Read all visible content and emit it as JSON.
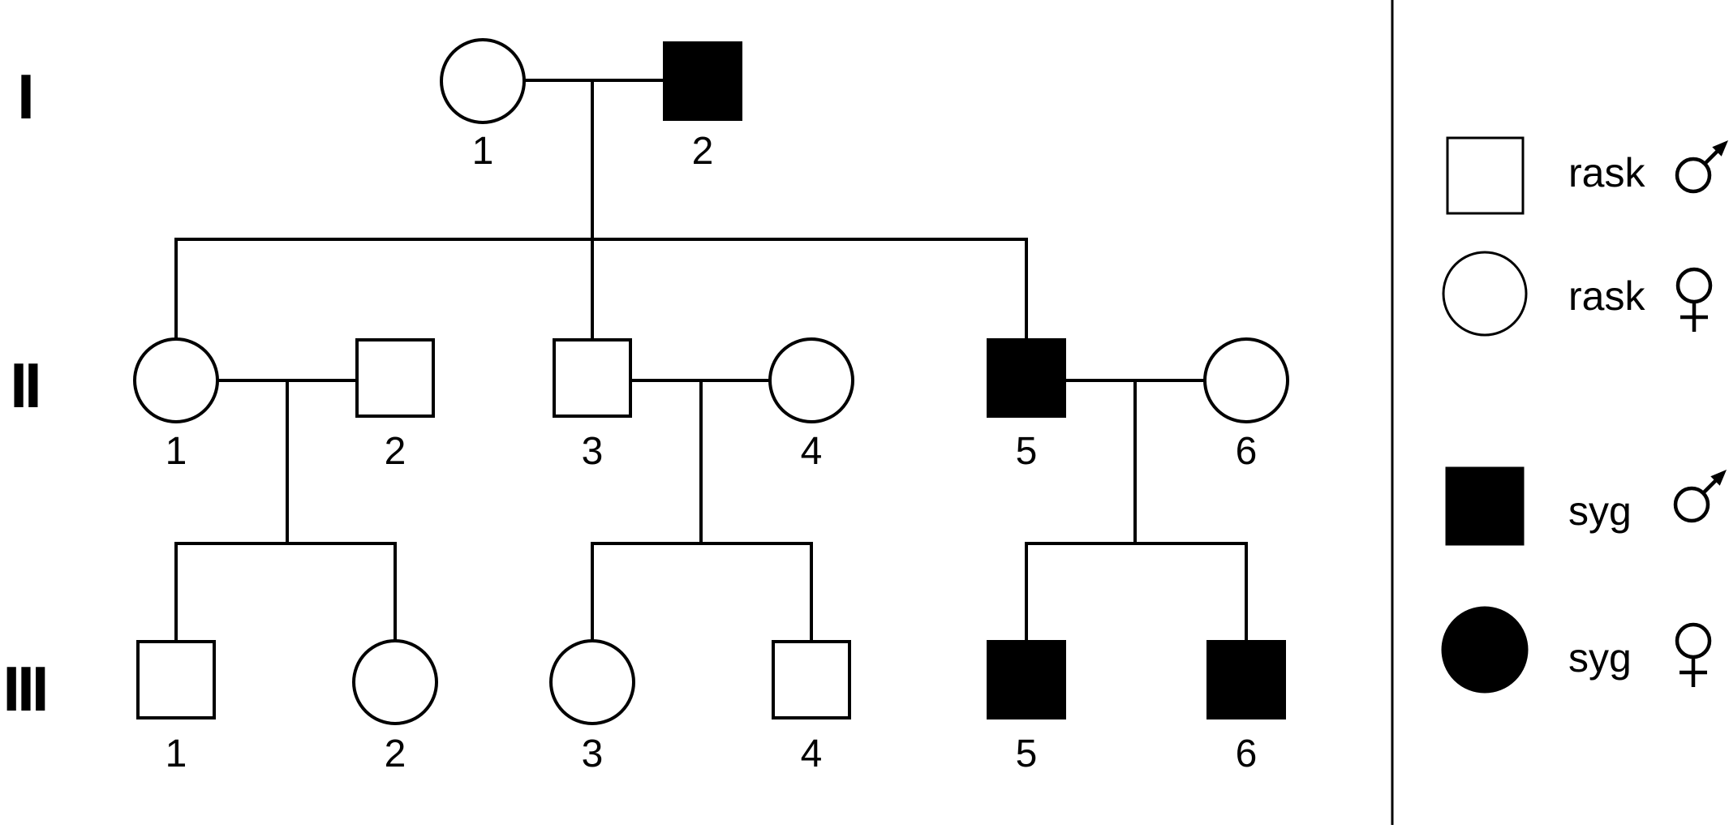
{
  "diagram_type": "pedigree-chart",
  "colors": {
    "background": "#ffffff",
    "line": "#000000",
    "generation_label": "#cc1b1b",
    "affected_fill": "#000000",
    "unaffected_fill": "#ffffff"
  },
  "status_fill": {
    "syg": "#000000",
    "rask": "#ffffff"
  },
  "pedigree": {
    "generations": [
      {
        "label": "I",
        "members": [
          {
            "id": "I-1",
            "number": "1",
            "sex": "female",
            "status": "rask"
          },
          {
            "id": "I-2",
            "number": "2",
            "sex": "male",
            "status": "syg"
          }
        ]
      },
      {
        "label": "II",
        "members": [
          {
            "id": "II-1",
            "number": "1",
            "sex": "female",
            "status": "rask"
          },
          {
            "id": "II-2",
            "number": "2",
            "sex": "male",
            "status": "rask"
          },
          {
            "id": "II-3",
            "number": "3",
            "sex": "male",
            "status": "rask"
          },
          {
            "id": "II-4",
            "number": "4",
            "sex": "female",
            "status": "rask"
          },
          {
            "id": "II-5",
            "number": "5",
            "sex": "male",
            "status": "syg"
          },
          {
            "id": "II-6",
            "number": "6",
            "sex": "female",
            "status": "rask"
          }
        ]
      },
      {
        "label": "III",
        "members": [
          {
            "id": "III-1",
            "number": "1",
            "sex": "male",
            "status": "rask"
          },
          {
            "id": "III-2",
            "number": "2",
            "sex": "female",
            "status": "rask"
          },
          {
            "id": "III-3",
            "number": "3",
            "sex": "female",
            "status": "rask"
          },
          {
            "id": "III-4",
            "number": "4",
            "sex": "male",
            "status": "rask"
          },
          {
            "id": "III-5",
            "number": "5",
            "sex": "male",
            "status": "syg"
          },
          {
            "id": "III-6",
            "number": "6",
            "sex": "male",
            "status": "syg"
          }
        ]
      }
    ],
    "families": [
      {
        "parents": [
          "I-1",
          "I-2"
        ],
        "children": [
          "II-1",
          "II-3",
          "II-5"
        ]
      },
      {
        "parents": [
          "II-1",
          "II-2"
        ],
        "children": [
          "III-1",
          "III-2"
        ]
      },
      {
        "parents": [
          "II-3",
          "II-4"
        ],
        "children": [
          "III-3",
          "III-4"
        ]
      },
      {
        "parents": [
          "II-5",
          "II-6"
        ],
        "children": [
          "III-5",
          "III-6"
        ]
      }
    ]
  },
  "legend": {
    "entries": [
      {
        "shape": "square-outline",
        "label": "rask",
        "sex": "male"
      },
      {
        "shape": "circle-outline",
        "label": "rask",
        "sex": "female"
      },
      {
        "shape": "square-filled",
        "label": "syg",
        "sex": "male"
      },
      {
        "shape": "circle-filled",
        "label": "syg",
        "sex": "female"
      }
    ]
  }
}
